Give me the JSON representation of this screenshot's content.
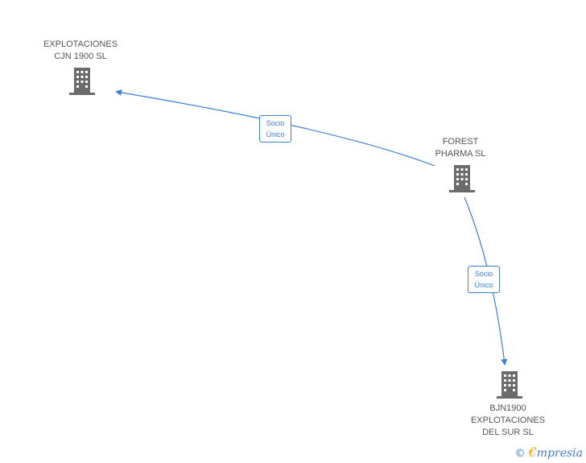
{
  "nodes": {
    "node1": {
      "line1": "EXPLOTACIONES",
      "line2": "CJN 1900  SL",
      "line3": ""
    },
    "node2": {
      "line1": "FOREST",
      "line2": "PHARMA  SL",
      "line3": ""
    },
    "node3": {
      "line1": "BJN1900",
      "line2": "EXPLOTACIONES",
      "line3": "DEL SUR  SL"
    }
  },
  "edges": [
    {
      "line1": "Socio",
      "line2": "Único"
    },
    {
      "line1": "Socio",
      "line2": "Único"
    }
  ],
  "footer": {
    "copyright": "©",
    "brand_initial": "€",
    "brand_rest": "mpresia"
  },
  "colors": {
    "edge": "#3a7fd5",
    "icon": "#6b6b6b",
    "text": "#555555"
  },
  "icons": {
    "node": "building-icon",
    "copyright": "copyright-icon"
  }
}
